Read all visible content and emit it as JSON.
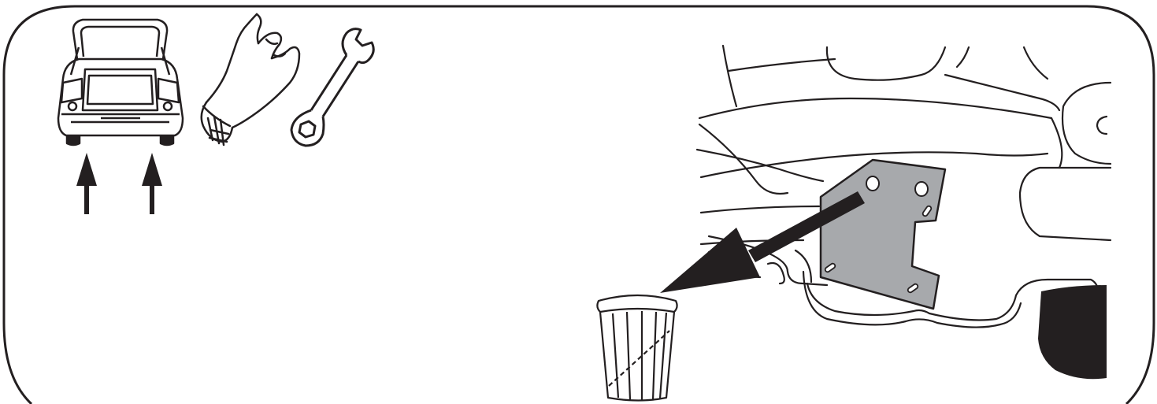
{
  "figure": {
    "panel": "rounded-rectangle",
    "step_icons": [
      "car-rear-lift-icon",
      "gloved-hand-icon",
      "wrench-icon"
    ],
    "lift_points": [
      "up-arrow-icon",
      "up-arrow-icon"
    ],
    "main_illustration": {
      "subject": "wheel-well-underbody-panel",
      "removed_part": "gray-shield-plate",
      "action_arrow": "arrow-to-trash",
      "disposal": "trash-can-icon"
    }
  },
  "colors": {
    "stroke": "#231f20",
    "plate_fill": "#a7a9ac",
    "background": "#ffffff"
  }
}
